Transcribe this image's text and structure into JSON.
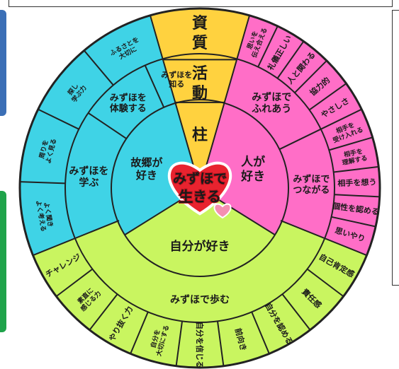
{
  "colors": {
    "yellow": "#FFD23F",
    "pink": "#FF6EC7",
    "cyan": "#3FD3E6",
    "lime": "#C9F560",
    "outline": "#222222",
    "heart": "#E8232F",
    "side_panel_left_blue": "#3B6FB6",
    "side_panel_left_green": "#1FA34A"
  },
  "spine": {
    "label_chars": [
      "資",
      "質",
      "活",
      "動",
      "柱"
    ]
  },
  "center": {
    "heart_line1": "みずほで",
    "heart_line2": "生きる"
  },
  "inner": {
    "kokyo": "故郷が\n好き",
    "hito": "人が\n好き",
    "jibun": "自分が好き"
  },
  "middle": {
    "fureau": "みずほで\nふれあう",
    "tsunagaru": "みずほで\nつながる",
    "ayumu": "みずほで歩む",
    "manabu": "みずほを\n学ぶ",
    "taiken": "みずほを\n体験する",
    "shiru": "みずほを\n知る"
  },
  "outer": {
    "pink": [
      "思いを\n伝え合える",
      "礼儀正しい",
      "人と関わる",
      "協力的",
      "やさしさ",
      "相手を\n受け入れる",
      "相手を\n理解する",
      "相手を想う",
      "個性を認める",
      "思いやり"
    ],
    "lime": [
      "自己肯定感",
      "責任感",
      "自分を認める",
      "前向き",
      "自分を信じる",
      "自分を\n大切にする",
      "やり抜く力",
      "素直に\n感じる力",
      "チャレンジ"
    ],
    "cyan": [
      "よく聞き\nよく考える",
      "周りを\nよく見る",
      "探し\n学ぶ力",
      "ふるさとを\n大切に"
    ]
  }
}
